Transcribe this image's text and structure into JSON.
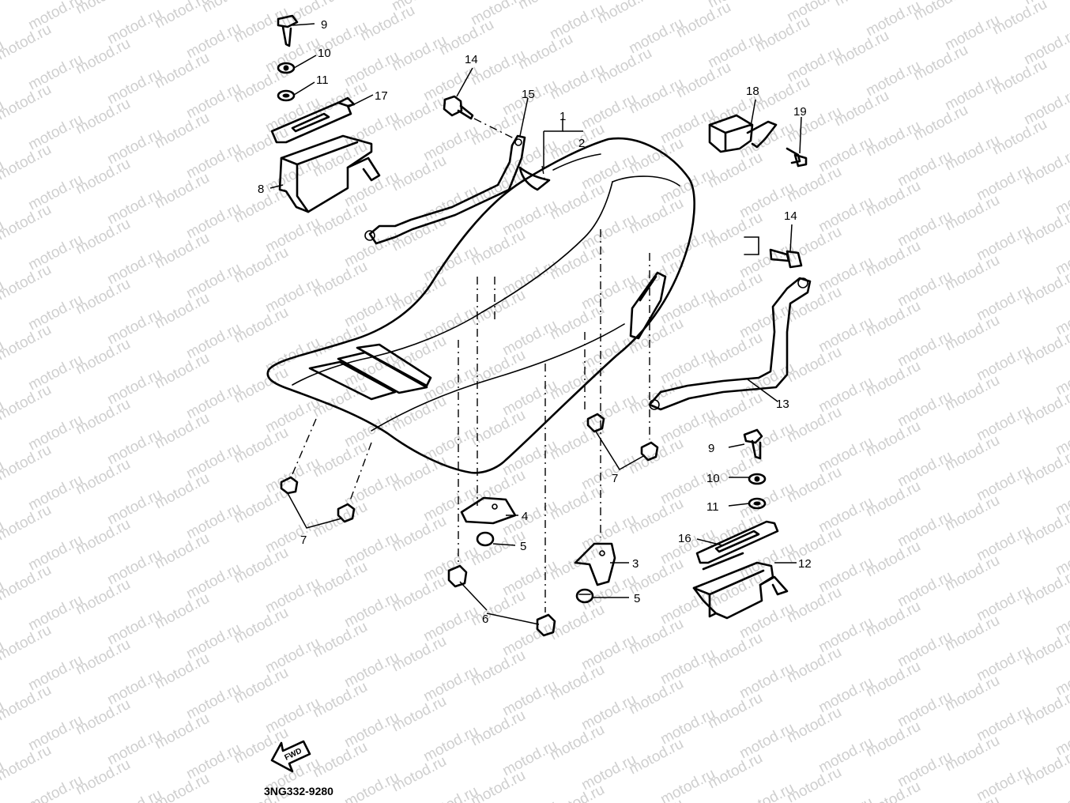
{
  "watermark": "motod.ru",
  "drawing_code": "3NG332-9280",
  "fwd_label": "FWD",
  "callouts": {
    "c1": "1",
    "c2": "2",
    "c3": "3",
    "c4": "4",
    "c5a": "5",
    "c5b": "5",
    "c6": "6",
    "c7a": "7",
    "c7b": "7",
    "c8": "8",
    "c9a": "9",
    "c9b": "9",
    "c10a": "10",
    "c10b": "10",
    "c11a": "11",
    "c11b": "11",
    "c12": "12",
    "c13": "13",
    "c14a": "14",
    "c14b": "14",
    "c15": "15",
    "c16": "16",
    "c17": "17",
    "c18": "18",
    "c19": "19"
  }
}
